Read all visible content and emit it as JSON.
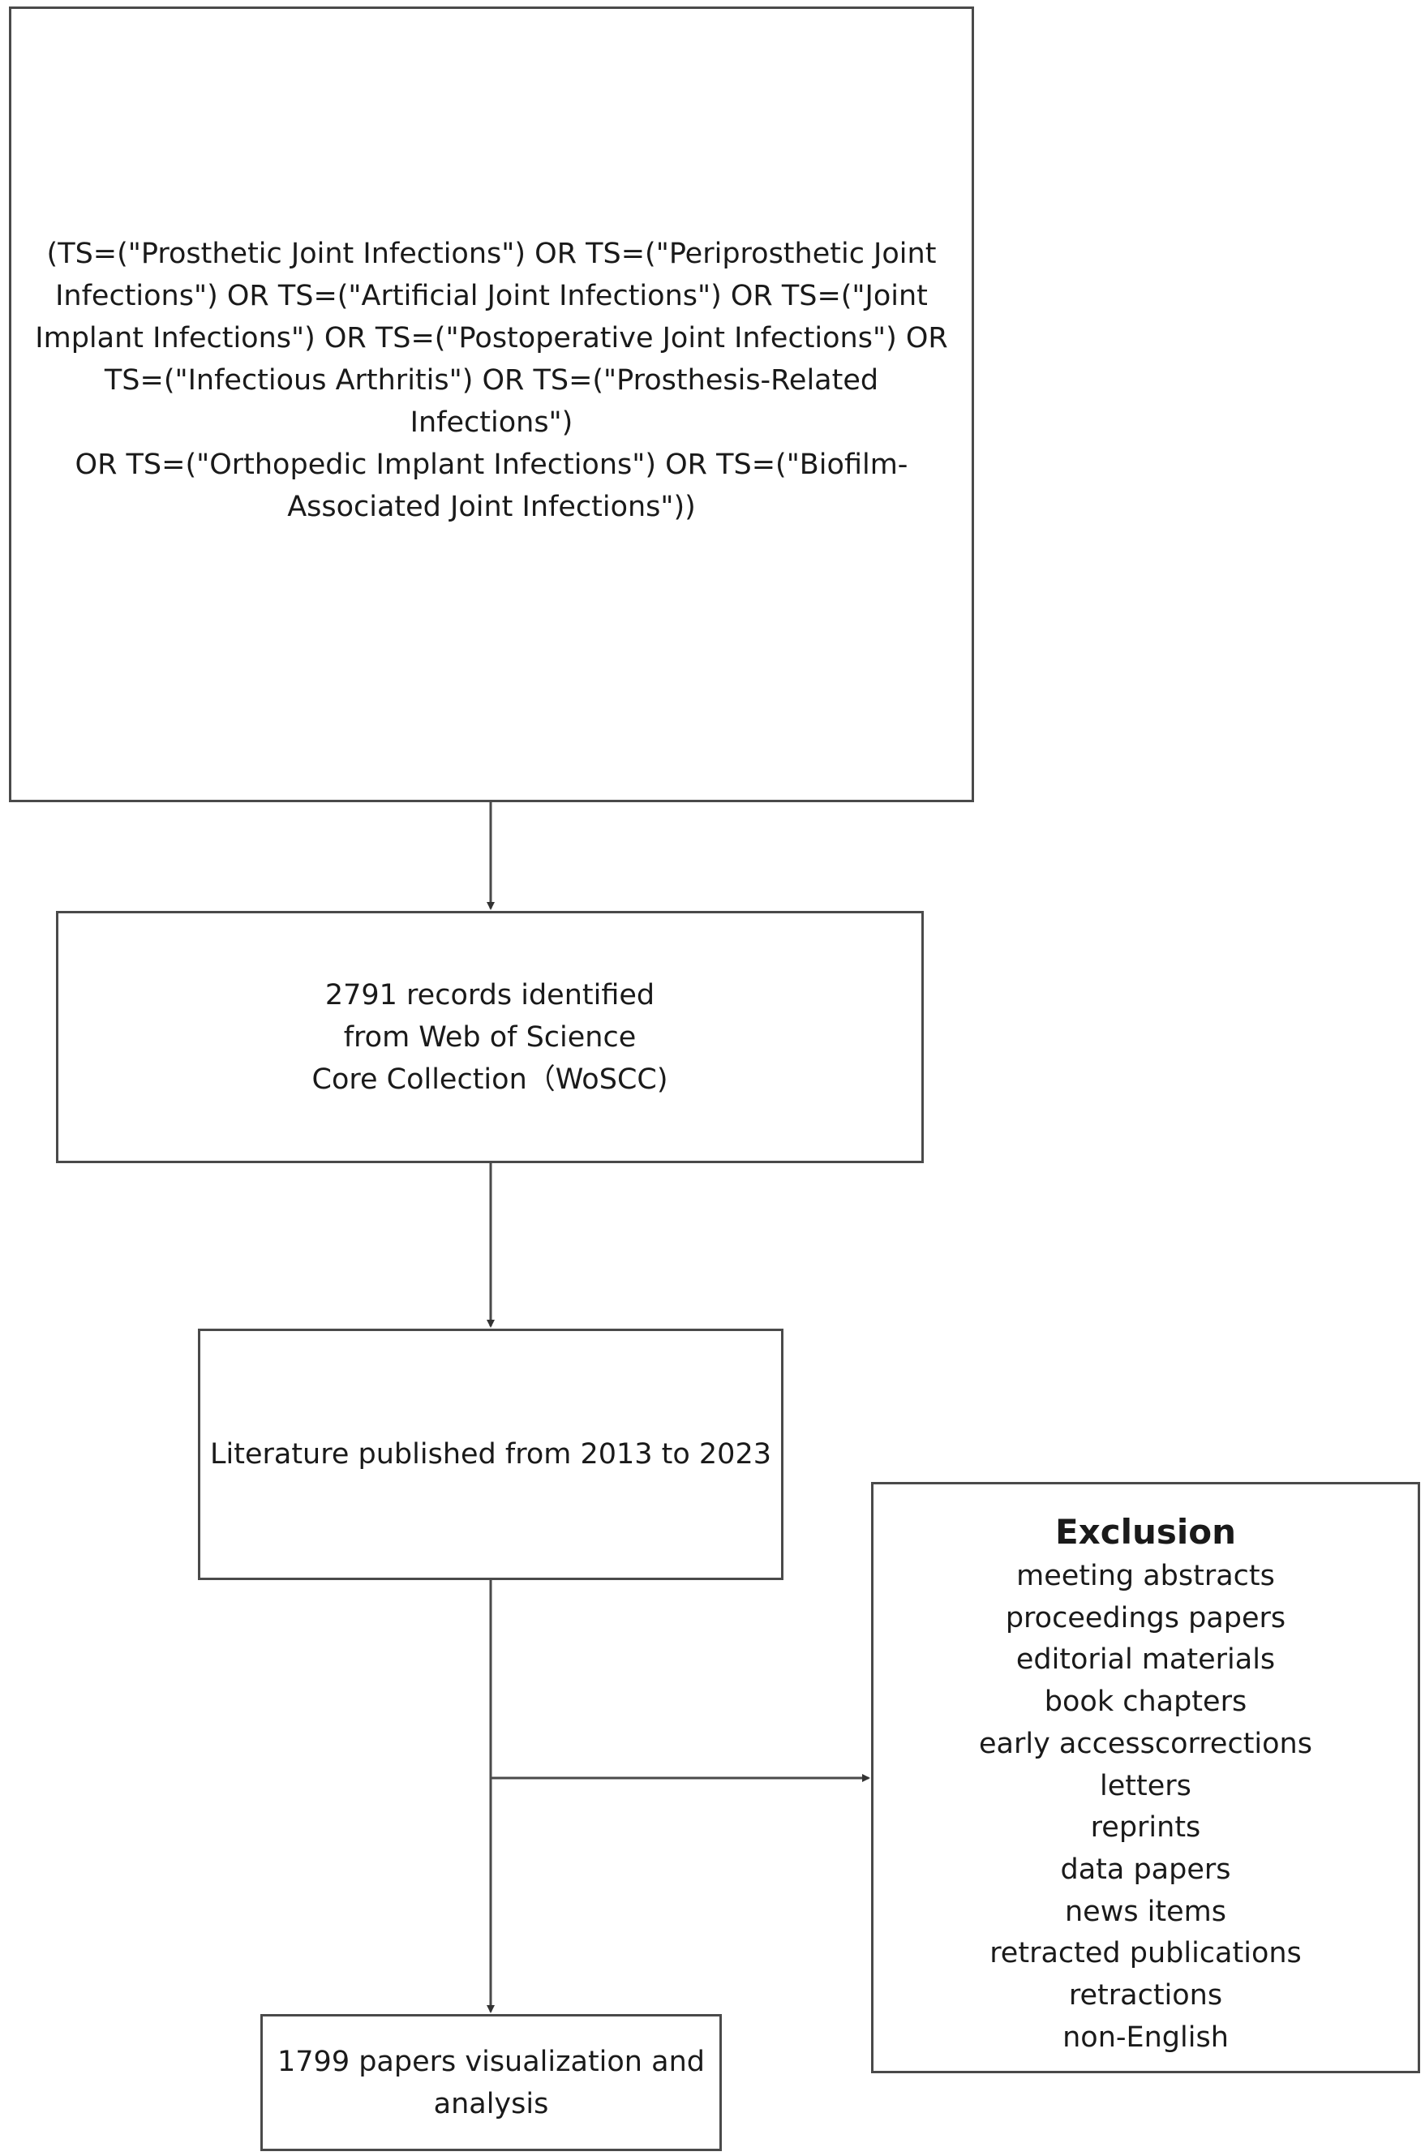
{
  "boxes": {
    "query": "(TS=(\"Prosthetic Joint Infections\")  OR TS=(\"Periprosthetic Joint\nInfections\") OR TS=(\"Artificial Joint Infections\") OR TS=(\"Joint\nImplant Infections\") OR TS=(\"Postoperative Joint Infections\") OR\nTS=(\"Infectious Arthritis\") OR TS=(\"Prosthesis-Related Infections\")\nOR TS=(\"Orthopedic Implant Infections\") OR TS=(\"Biofilm-\nAssociated Joint Infections\"))",
    "records": "2791 records identified\nfrom Web of Science\nCore Collection（WoSCC)",
    "years": "Literature published from 2013 to 2023",
    "final": "1799 papers visualization and\nanalysis"
  },
  "exclusion": {
    "title": "Exclusion",
    "items": [
      "meeting abstracts",
      "proceedings papers",
      "editorial materials",
      "book chapters",
      "early accesscorrections",
      "letters",
      "reprints",
      "data papers",
      "news items",
      "retracted publications",
      "retractions",
      "non-English"
    ]
  },
  "colors": {
    "line": "#4a4a4a",
    "text": "#1a1a1a"
  }
}
